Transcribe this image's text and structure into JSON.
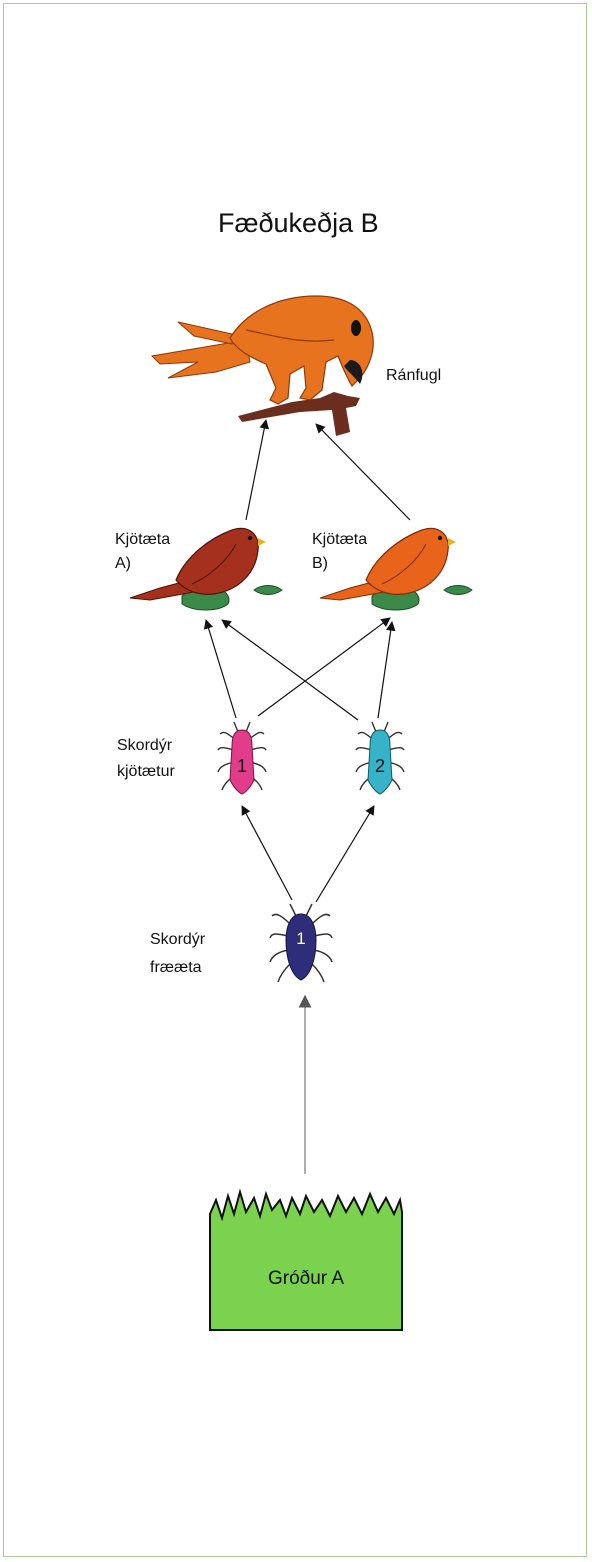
{
  "title": "Fæðukeðja B",
  "nodes": {
    "raptor": {
      "label": "Ránfugl",
      "icon": "bird-of-prey-icon"
    },
    "carnivore_a": {
      "label_line1": "Kjötæta",
      "label_line2": "A)",
      "icon": "bird-icon"
    },
    "carnivore_b": {
      "label_line1": "Kjötæta",
      "label_line2": "B)",
      "icon": "bird-icon"
    },
    "insect_carnivores": {
      "label_line1": "Skordýr",
      "label_line2": "kjötætur",
      "insect1_number": "1",
      "insect2_number": "2",
      "icon": "insect-icon"
    },
    "insect_seedeater": {
      "label_line1": "Skordýr",
      "label_line2": "frææta",
      "number": "1",
      "icon": "insect-icon"
    },
    "plant": {
      "label": "Gróður A",
      "icon": "grass-icon"
    }
  },
  "colors": {
    "frame": "#a9c99a",
    "raptor": "#e8731f",
    "bird_a": "#a5301e",
    "bird_b": "#e8641a",
    "branch": "#6b2d1e",
    "leaf": "#3b8a4a",
    "insect_pink": "#e23d8b",
    "insect_teal": "#36b3c9",
    "insect_navy": "#2d2d7a",
    "grass": "#7bd24f",
    "arrow": "#111111",
    "arrow_grey": "#9a9a9a"
  }
}
